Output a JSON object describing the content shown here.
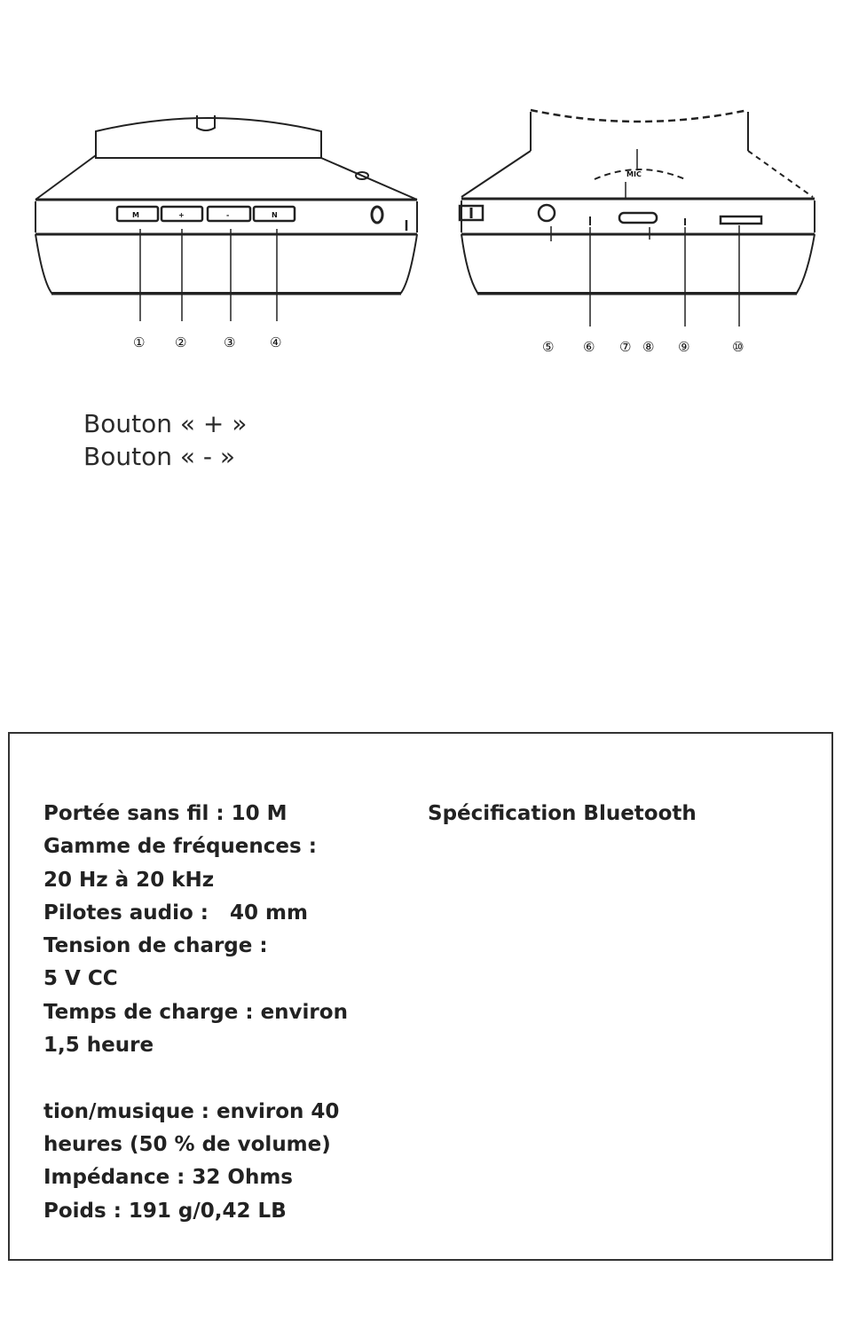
{
  "diagram": {
    "left_callouts": [
      "①",
      "②",
      "③",
      "④"
    ],
    "right_callouts": [
      "⑤",
      "⑥",
      "⑦",
      "⑧",
      "⑨",
      "⑩"
    ],
    "left_button_labels": [
      "M",
      "+",
      "-",
      "N"
    ],
    "right_panel_label": "MIC"
  },
  "annotations": {
    "line1": "Bouton « + »",
    "line2": "Bouton « - »"
  },
  "spec": {
    "title": "Spécification Bluetooth",
    "lines": [
      "Portée sans fil : 10 M",
      "Gamme de fréquences :",
      "20 Hz à 20 kHz",
      "Pilotes audio :   40 mm",
      "Tension de charge :",
      "5 V CC",
      "Temps de charge : environ",
      "1,5 heure",
      "",
      "tion/musique : environ 40",
      "heures (50 % de volume)",
      "Impédance : 32 Ohms",
      "Poids : 191 g/0,42 LB"
    ]
  }
}
